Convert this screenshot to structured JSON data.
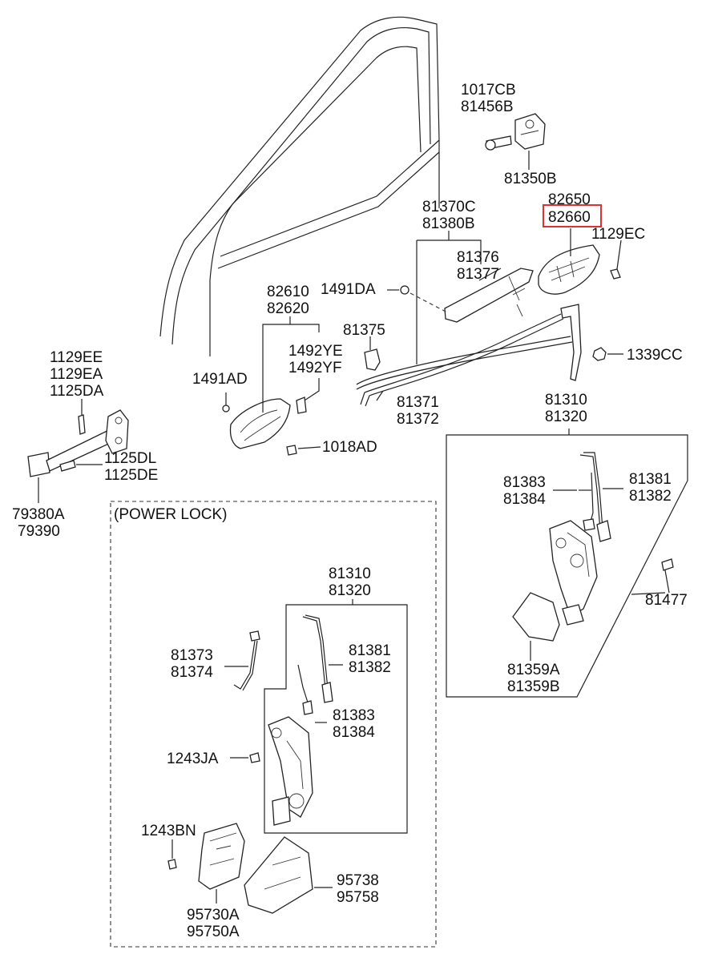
{
  "labels": {
    "l_1017cb": "1017CB",
    "l_81456b": "81456B",
    "l_81350b": "81350B",
    "l_82650": "82650",
    "l_82660": "82660",
    "l_1129ec": "1129EC",
    "l_81370c": "81370C",
    "l_81380b": "81380B",
    "l_81376": "81376",
    "l_81377": "81377",
    "l_1491da": "1491DA",
    "l_82610": "82610",
    "l_82620": "82620",
    "l_81375": "81375",
    "l_1492ye": "1492YE",
    "l_1492yf": "1492YF",
    "l_1339cc": "1339CC",
    "l_1129ee": "1129EE",
    "l_1129ea": "1129EA",
    "l_1125da": "1125DA",
    "l_1491ad": "1491AD",
    "l_81371": "81371",
    "l_81372": "81372",
    "l_81310a": "81310",
    "l_81320a": "81320",
    "l_1018ad": "1018AD",
    "l_1125dl": "1125DL",
    "l_1125de": "1125DE",
    "l_81383a": "81383",
    "l_81384a": "81384",
    "l_81381a": "81381",
    "l_81382a": "81382",
    "l_79380a": "79380A",
    "l_79390": "79390",
    "l_power_lock": "(POWER LOCK)",
    "l_81477": "81477",
    "l_81310b": "81310",
    "l_81320b": "81320",
    "l_81359a": "81359A",
    "l_81359b": "81359B",
    "l_81373": "81373",
    "l_81374": "81374",
    "l_81381b": "81381",
    "l_81382b": "81382",
    "l_81383b": "81383",
    "l_81384b": "81384",
    "l_1243ja": "1243JA",
    "l_1243bn": "1243BN",
    "l_95738": "95738",
    "l_95758": "95758",
    "l_95730a": "95730A",
    "l_95750a": "95750A"
  },
  "colors": {
    "highlight": "#e03030",
    "line": "#222222"
  }
}
